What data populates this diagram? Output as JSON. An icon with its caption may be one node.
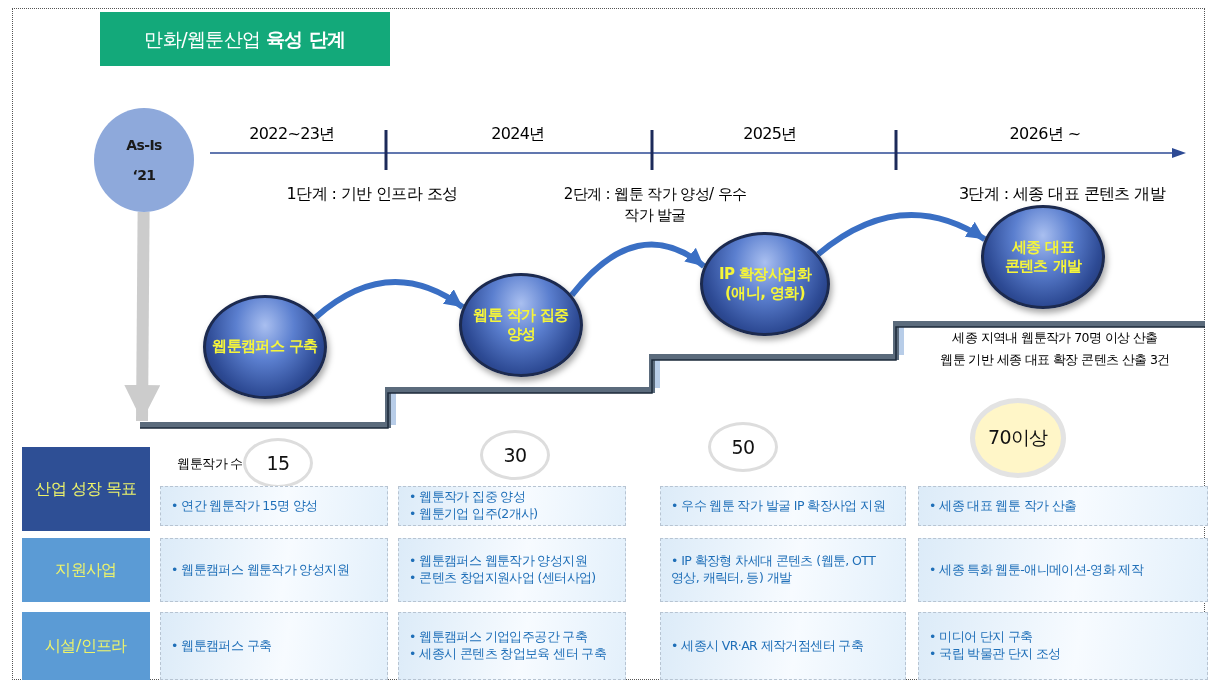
{
  "diagram": {
    "title": "만화/웹툰산업 **육성 단계**",
    "nodes": [
      {
        "text": [
          "As-Is",
          "‘21"
        ]
      },
      {
        "text": [
          "웹툰캠퍼스 구축"
        ]
      },
      {
        "text": [
          "웹툰 작가 집중 양성"
        ]
      },
      {
        "text": [
          "IP 확장사업화 (애니, 영화)"
        ]
      },
      {
        "text": [
          "세종 대표 콘텐츠 개발"
        ]
      },
      {
        "text": [
          "산업 성장 목표"
        ]
      },
      {
        "text": [
          "15"
        ]
      },
      {
        "text": [
          "30"
        ]
      },
      {
        "text": [
          "50"
        ]
      },
      {
        "text": [
          "70이상"
        ]
      },
      {
        "text": [
          "• 연간 웹툰작가 15명 양성"
        ]
      },
      {
        "text": [
          "• 웹툰작가 집중 양성",
          "• 웹툰기업 입주(2개사)"
        ]
      },
      {
        "text": [
          "• 우수 웹툰 작가 발굴 IP 확장사업 지원"
        ]
      },
      {
        "text": [
          "• 세종 대표 웹툰 작가 산출"
        ]
      },
      {
        "text": [
          "지원사업"
        ]
      },
      {
        "text": [
          "• 웹툰캠퍼스 웹툰작가 양성지원"
        ]
      },
      {
        "text": [
          "• 웹툰캠퍼스 웹툰작가 양성지원",
          "• 콘텐츠 창업지원사업 (센터사업)"
        ]
      },
      {
        "text": [
          "• IP 확장형 차세대 콘텐츠 (웹툰, OTT 영상, 캐릭터, 등) 개발"
        ]
      },
      {
        "text": [
          "• 세종 특화 웹툰-애니메이션-영화 제작"
        ]
      },
      {
        "text": [
          "시설/인프라"
        ]
      },
      {
        "text": [
          "• 웹툰캠퍼스 구축"
        ]
      },
      {
        "text": [
          "• 웹툰캠퍼스 기업입주공간 구축",
          "• 세종시 콘텐츠 창업보육 센터 구축"
        ]
      },
      {
        "text": [
          "• 세종시 VR·AR 제작거점센터 구축"
        ]
      },
      {
        "text": [
          "• 미디어 단지 구축",
          "• 국립 박물관 단지 조성"
        ]
      },
      {
        "text": [],
        "shape": "staircase"
      }
    ],
    "edges": [
      {
        "from": 0,
        "to": 24,
        "arrow": "to",
        "style": "thick",
        "color": "#cccccc"
      },
      {
        "from": 1,
        "to": 2,
        "arrow": "to"
      },
      {
        "from": 2,
        "to": 3,
        "arrow": "to"
      },
      {
        "from": 3,
        "to": 4,
        "arrow": "to"
      }
    ],
    "labels": [
      "2022~23년",
      "2024년",
      "2025년",
      "2026년 ~",
      "1단계 : 기반 인프라 조성",
      "2단계 : 웹툰 작가 양성/ 우수 작가 발굴",
      "3단계 : 세종 대표 콘텐츠 개발",
      "세종 지역내 웹툰작가 70명 이상 산출",
      "웹툰 기반 세종 대표 확장 콘텐츠 산출 3건",
      "웹툰작가 수"
    ]
  }
}
